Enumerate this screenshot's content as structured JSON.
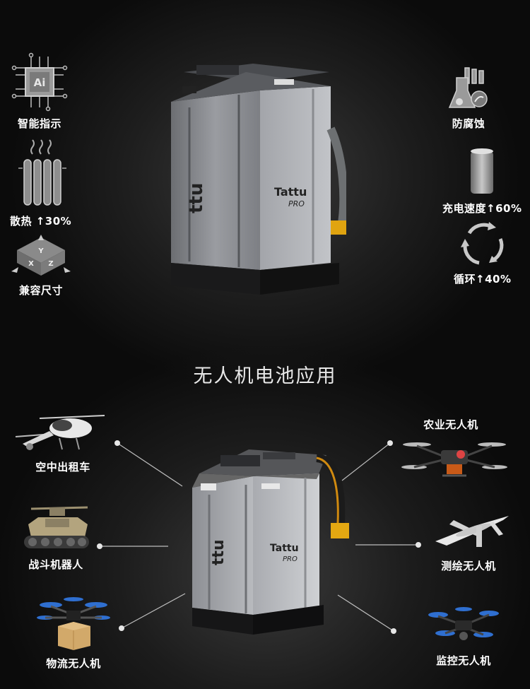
{
  "top_features_left": [
    {
      "label": "智能指示",
      "icon": "ai-chip-icon"
    },
    {
      "label": "散热 ↑30%",
      "icon": "heat-sink-icon"
    },
    {
      "label": "兼容尺寸",
      "icon": "xyz-cube-icon"
    }
  ],
  "top_features_right": [
    {
      "label": "防腐蚀",
      "icon": "lab-flask-icon"
    },
    {
      "label": "充电速度↑60%",
      "icon": "battery-cylinder-icon"
    },
    {
      "label": "循环↑40%",
      "icon": "cycle-arrows-icon"
    }
  ],
  "chip_text": "Ai",
  "axis_labels": {
    "y": "Y",
    "x": "X",
    "z": "Z"
  },
  "brand_text": "Tattu",
  "brand_sub": "PRO",
  "section_title": "无人机电池应用",
  "applications_left": [
    {
      "label": "空中出租车",
      "icon": "air-taxi-icon"
    },
    {
      "label": "战斗机器人",
      "icon": "combat-robot-icon"
    },
    {
      "label": "物流无人机",
      "icon": "logistics-drone-icon"
    }
  ],
  "applications_right": [
    {
      "label": "农业无人机",
      "icon": "agri-drone-icon"
    },
    {
      "label": "测绘无人机",
      "icon": "survey-drone-icon"
    },
    {
      "label": "监控无人机",
      "icon": "surveillance-drone-icon"
    }
  ],
  "colors": {
    "background": "#0b0b0b",
    "accent_blue": "#2a6fd6",
    "battery_body": "#8e9096",
    "text": "#ffffff"
  }
}
